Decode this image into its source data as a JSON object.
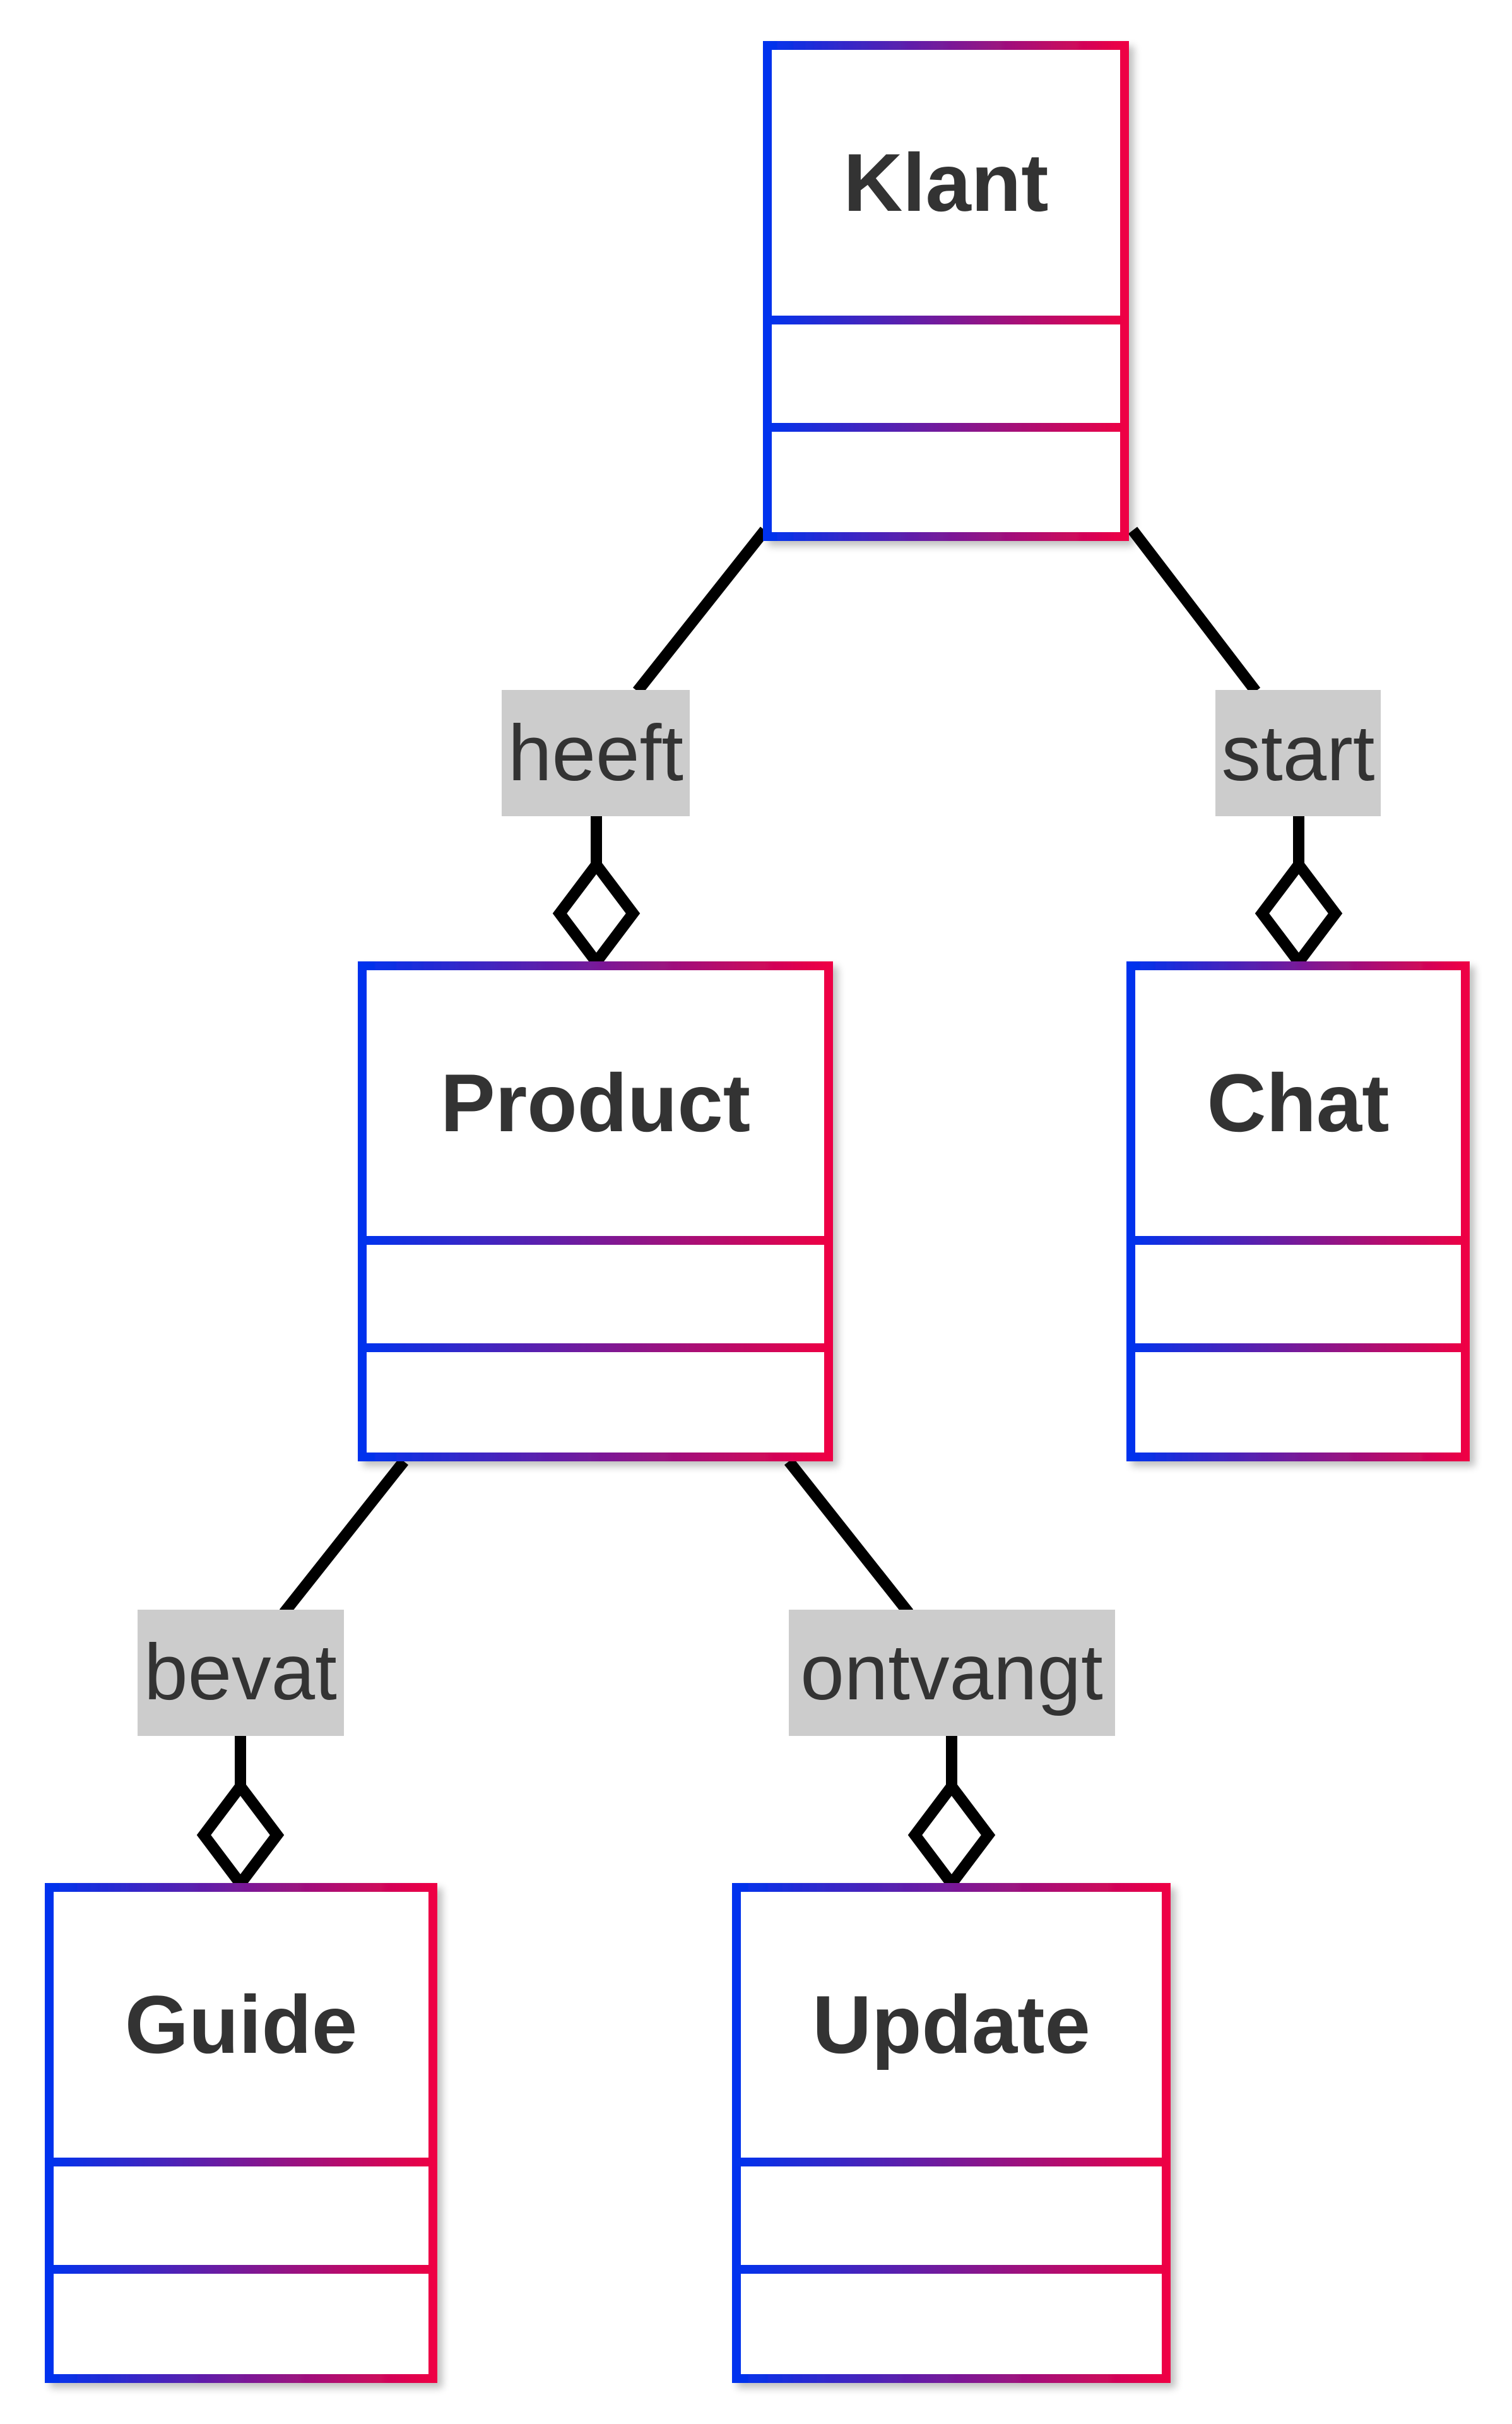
{
  "classes": {
    "klant": {
      "name": "Klant"
    },
    "product": {
      "name": "Product"
    },
    "chat": {
      "name": "Chat"
    },
    "guide": {
      "name": "Guide"
    },
    "update": {
      "name": "Update"
    }
  },
  "relations": {
    "klant_product": {
      "label": "heeft",
      "type": "aggregation"
    },
    "klant_chat": {
      "label": "start",
      "type": "aggregation"
    },
    "product_guide": {
      "label": "bevat",
      "type": "aggregation"
    },
    "product_update": {
      "label": "ontvangt",
      "type": "aggregation"
    }
  },
  "colors": {
    "border_gradient_start": "#0033ee",
    "border_gradient_end": "#ee0044",
    "label_background": "#cccccc",
    "text": "#333333",
    "edge": "#000000"
  }
}
